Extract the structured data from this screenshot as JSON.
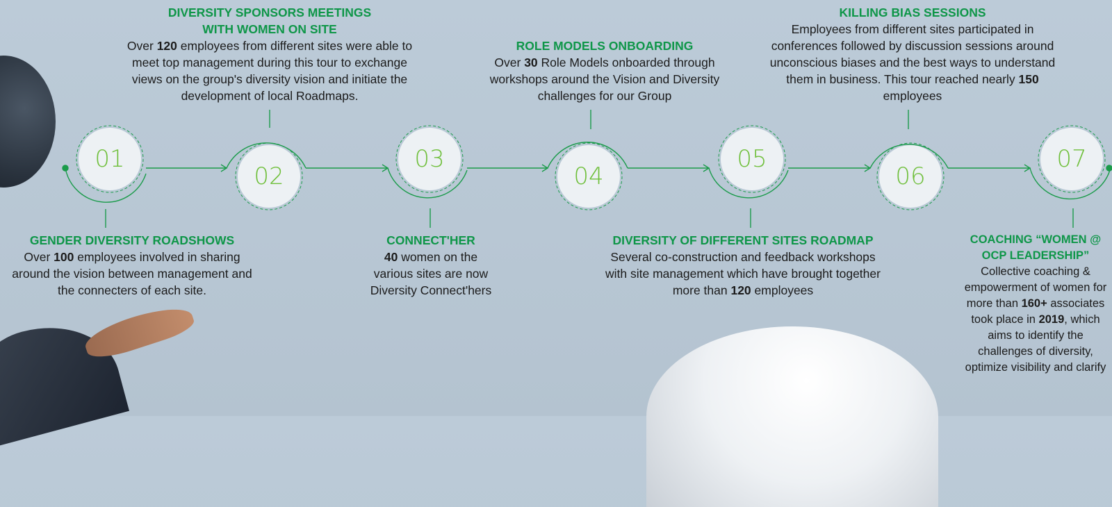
{
  "steps": [
    {
      "number": "01",
      "title": "GENDER DIVERSITY ROADSHOWS",
      "desc": [
        "Over ",
        "100",
        " employees involved in sharing around the vision between management and the connecters of each site."
      ]
    },
    {
      "number": "02",
      "title": "DIVERSITY SPONSORS MEETINGS WITH WOMEN ON SITE",
      "desc": [
        "Over ",
        "120",
        " employees from different sites were able to meet top management during this tour to exchange views on the group's diversity vision and initiate the development of local Roadmaps."
      ]
    },
    {
      "number": "03",
      "title": "CONNECT'HER",
      "desc": [
        "",
        "40",
        " women on the various sites are now Diversity Connect'hers"
      ]
    },
    {
      "number": "04",
      "title": "ROLE MODELS ONBOARDING",
      "desc": [
        "Over ",
        "30",
        " Role Models onboarded through workshops around the Vision and Diversity challenges for our Group"
      ]
    },
    {
      "number": "05",
      "title": "DIVERSITY OF DIFFERENT SITES ROADMAP",
      "desc": [
        "Several co-construction and feedback workshops with site management which have brought together more than ",
        "120",
        " employees"
      ]
    },
    {
      "number": "06",
      "title": "KILLING BIAS SESSIONS",
      "desc": [
        "Employees from different sites participated in conferences followed by discussion sessions around unconscious biases and the best ways to understand them in business. This tour reached nearly ",
        "150",
        " employees"
      ]
    },
    {
      "number": "07",
      "title": "COACHING “WOMEN @ OCP LEADERSHIP”",
      "desc": [
        "Collective coaching & empowerment of women for more than ",
        "160+",
        " associates took place in ",
        "2019",
        ", which aims to identify the challenges of diversity, optimize visibility and clarify"
      ]
    }
  ],
  "colors": {
    "green_title": "#0e9648",
    "green_number": "#6fbf3b",
    "green_line": "#1a9b4a"
  }
}
